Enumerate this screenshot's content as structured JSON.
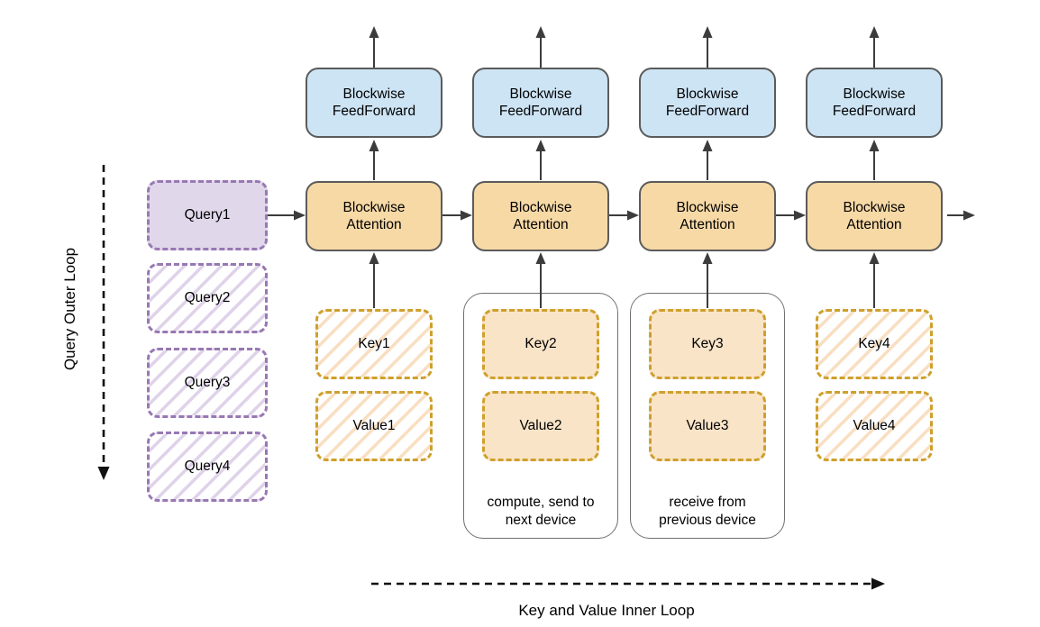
{
  "outer_loop": {
    "label": "Query Outer Loop"
  },
  "inner_loop": {
    "label": "Key and Value Inner Loop"
  },
  "queries": [
    {
      "label": "Query1",
      "style": "filled"
    },
    {
      "label": "Query2",
      "style": "hatched"
    },
    {
      "label": "Query3",
      "style": "hatched"
    },
    {
      "label": "Query4",
      "style": "hatched"
    }
  ],
  "columns": [
    {
      "feedforward_label": "Blockwise FeedForward",
      "attention_label": "Blockwise Attention",
      "key_label": "Key1",
      "value_label": "Value1",
      "kv_style": "hatched",
      "caption": ""
    },
    {
      "feedforward_label": "Blockwise FeedForward",
      "attention_label": "Blockwise Attention",
      "key_label": "Key2",
      "value_label": "Value2",
      "kv_style": "filled",
      "caption": "compute, send to next device"
    },
    {
      "feedforward_label": "Blockwise FeedForward",
      "attention_label": "Blockwise Attention",
      "key_label": "Key3",
      "value_label": "Value3",
      "kv_style": "filled",
      "caption": "receive from previous device"
    },
    {
      "feedforward_label": "Blockwise FeedForward",
      "attention_label": "Blockwise Attention",
      "key_label": "Key4",
      "value_label": "Value4",
      "kv_style": "hatched",
      "caption": ""
    }
  ],
  "colors": {
    "feedforward_fill": "#cde4f5",
    "attention_fill": "#f7d9a6",
    "kv_fill": "#fae4c8",
    "kv_stroke": "#cea02c",
    "query_fill": "#e0d8ea",
    "query_stroke": "#9878b4",
    "box_stroke": "#5b5b5b",
    "arrow": "#3c3c3c"
  }
}
